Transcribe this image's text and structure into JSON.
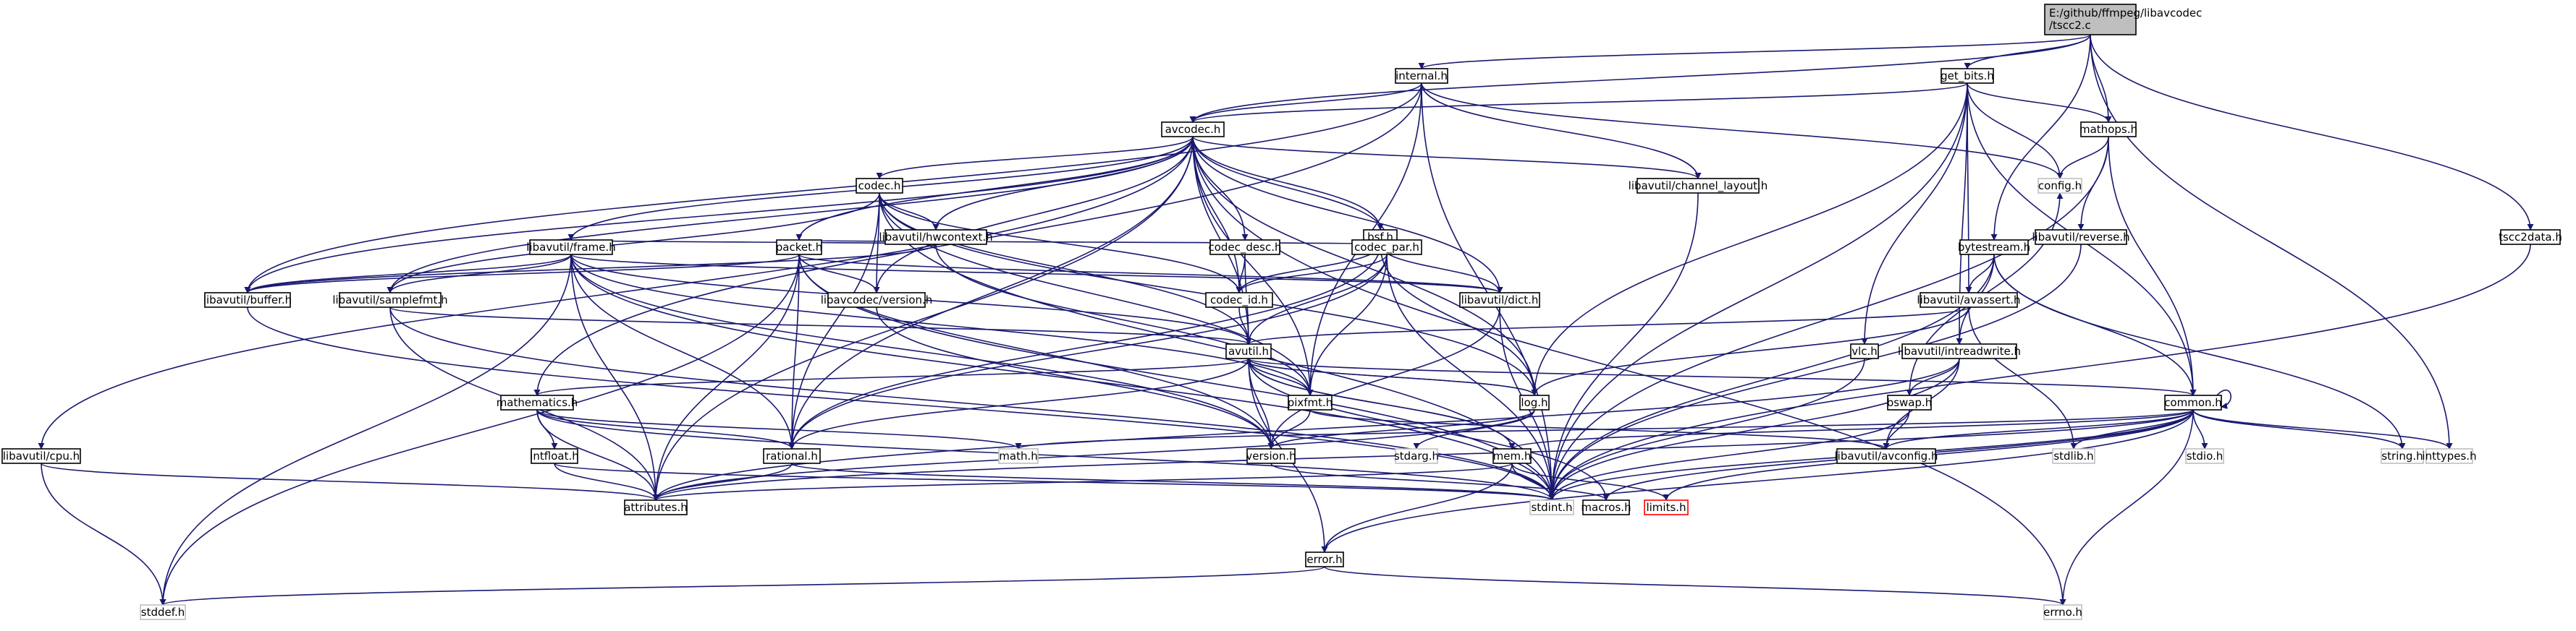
{
  "diagram": {
    "type": "include-dependency-graph",
    "colors": {
      "edge": "#191970",
      "root_fill": "#bfbfbf",
      "node_fill": "#ffffff",
      "node_border": "#000000",
      "missing_border": "#bfbfbf",
      "limits_border": "#ff0000"
    },
    "nodes": [
      {
        "id": "root",
        "label": "E:/github/ffmpeg/libavcodec\n/tscc2.c",
        "kind": "root"
      },
      {
        "id": "internal",
        "label": "internal.h",
        "kind": "normal"
      },
      {
        "id": "get_bits",
        "label": "get_bits.h",
        "kind": "normal"
      },
      {
        "id": "avcodec",
        "label": "avcodec.h",
        "kind": "normal"
      },
      {
        "id": "mathops",
        "label": "mathops.h",
        "kind": "normal"
      },
      {
        "id": "config",
        "label": "config.h",
        "kind": "missing"
      },
      {
        "id": "reverse",
        "label": "libavutil/reverse.h",
        "kind": "normal"
      },
      {
        "id": "tscc2data",
        "label": "tscc2data.h",
        "kind": "normal"
      },
      {
        "id": "bytestream",
        "label": "bytestream.h",
        "kind": "normal"
      },
      {
        "id": "codec",
        "label": "codec.h",
        "kind": "normal"
      },
      {
        "id": "channel_layout",
        "label": "libavutil/channel_layout.h",
        "kind": "normal"
      },
      {
        "id": "bsf",
        "label": "bsf.h",
        "kind": "normal"
      },
      {
        "id": "hwcontext",
        "label": "libavutil/hwcontext.h",
        "kind": "normal"
      },
      {
        "id": "frame",
        "label": "libavutil/frame.h",
        "kind": "normal"
      },
      {
        "id": "packet",
        "label": "packet.h",
        "kind": "normal"
      },
      {
        "id": "codec_desc",
        "label": "codec_desc.h",
        "kind": "normal"
      },
      {
        "id": "codec_par",
        "label": "codec_par.h",
        "kind": "normal"
      },
      {
        "id": "buffer",
        "label": "libavutil/buffer.h",
        "kind": "normal"
      },
      {
        "id": "samplefmt",
        "label": "libavutil/samplefmt.h",
        "kind": "normal"
      },
      {
        "id": "avc_version",
        "label": "libavcodec/version.h",
        "kind": "normal"
      },
      {
        "id": "codec_id",
        "label": "codec_id.h",
        "kind": "normal"
      },
      {
        "id": "dict",
        "label": "libavutil/dict.h",
        "kind": "normal"
      },
      {
        "id": "avassert",
        "label": "libavutil/avassert.h",
        "kind": "normal"
      },
      {
        "id": "intreadwrite",
        "label": "libavutil/intreadwrite.h",
        "kind": "normal"
      },
      {
        "id": "vlc",
        "label": "vlc.h",
        "kind": "normal"
      },
      {
        "id": "avutil",
        "label": "avutil.h",
        "kind": "normal"
      },
      {
        "id": "mathematics",
        "label": "mathematics.h",
        "kind": "normal"
      },
      {
        "id": "pixfmt",
        "label": "pixfmt.h",
        "kind": "normal"
      },
      {
        "id": "log",
        "label": "log.h",
        "kind": "normal"
      },
      {
        "id": "bswap",
        "label": "bswap.h",
        "kind": "normal"
      },
      {
        "id": "common",
        "label": "common.h",
        "kind": "normal"
      },
      {
        "id": "cpu",
        "label": "libavutil/cpu.h",
        "kind": "normal"
      },
      {
        "id": "intfloat",
        "label": "intfloat.h",
        "kind": "normal"
      },
      {
        "id": "rational",
        "label": "rational.h",
        "kind": "normal"
      },
      {
        "id": "math",
        "label": "math.h",
        "kind": "missing"
      },
      {
        "id": "version",
        "label": "version.h",
        "kind": "normal"
      },
      {
        "id": "stdarg",
        "label": "stdarg.h",
        "kind": "missing"
      },
      {
        "id": "avconfig",
        "label": "libavutil/avconfig.h",
        "kind": "normal"
      },
      {
        "id": "mem",
        "label": "mem.h",
        "kind": "normal"
      },
      {
        "id": "stdlib",
        "label": "stdlib.h",
        "kind": "missing"
      },
      {
        "id": "stdio",
        "label": "stdio.h",
        "kind": "missing"
      },
      {
        "id": "string",
        "label": "string.h",
        "kind": "missing"
      },
      {
        "id": "inttypes",
        "label": "inttypes.h",
        "kind": "missing"
      },
      {
        "id": "attributes",
        "label": "attributes.h",
        "kind": "normal"
      },
      {
        "id": "stdint",
        "label": "stdint.h",
        "kind": "missing"
      },
      {
        "id": "macros",
        "label": "macros.h",
        "kind": "normal"
      },
      {
        "id": "limits",
        "label": "limits.h",
        "kind": "limits"
      },
      {
        "id": "error",
        "label": "error.h",
        "kind": "normal"
      },
      {
        "id": "stddef",
        "label": "stddef.h",
        "kind": "missing"
      },
      {
        "id": "errno",
        "label": "errno.h",
        "kind": "missing"
      }
    ],
    "edges": [
      [
        "root",
        "internal"
      ],
      [
        "root",
        "avcodec"
      ],
      [
        "root",
        "get_bits"
      ],
      [
        "root",
        "mathops"
      ],
      [
        "root",
        "bytestream"
      ],
      [
        "root",
        "tscc2data"
      ],
      [
        "root",
        "inttypes"
      ],
      [
        "internal",
        "avcodec"
      ],
      [
        "internal",
        "channel_layout"
      ],
      [
        "internal",
        "config"
      ],
      [
        "internal",
        "buffer"
      ],
      [
        "internal",
        "pixfmt"
      ],
      [
        "internal",
        "mathematics"
      ],
      [
        "internal",
        "stdint"
      ],
      [
        "get_bits",
        "avcodec"
      ],
      [
        "get_bits",
        "mathops"
      ],
      [
        "get_bits",
        "config"
      ],
      [
        "get_bits",
        "avassert"
      ],
      [
        "get_bits",
        "intreadwrite"
      ],
      [
        "get_bits",
        "vlc"
      ],
      [
        "get_bits",
        "log"
      ],
      [
        "get_bits",
        "common"
      ],
      [
        "get_bits",
        "stdint"
      ],
      [
        "mathops",
        "config"
      ],
      [
        "mathops",
        "reverse"
      ],
      [
        "mathops",
        "common"
      ],
      [
        "mathops",
        "stdint"
      ],
      [
        "reverse",
        "stdint"
      ],
      [
        "tscc2data",
        "stdint"
      ],
      [
        "bytestream",
        "avassert"
      ],
      [
        "bytestream",
        "intreadwrite"
      ],
      [
        "bytestream",
        "common"
      ],
      [
        "bytestream",
        "string"
      ],
      [
        "bytestream",
        "stdint"
      ],
      [
        "avcodec",
        "codec"
      ],
      [
        "avcodec",
        "channel_layout"
      ],
      [
        "avcodec",
        "bsf"
      ],
      [
        "avcodec",
        "hwcontext"
      ],
      [
        "avcodec",
        "frame"
      ],
      [
        "avcodec",
        "packet"
      ],
      [
        "avcodec",
        "codec_desc"
      ],
      [
        "avcodec",
        "codec_par"
      ],
      [
        "avcodec",
        "buffer"
      ],
      [
        "avcodec",
        "samplefmt"
      ],
      [
        "avcodec",
        "avc_version"
      ],
      [
        "avcodec",
        "codec_id"
      ],
      [
        "avcodec",
        "dict"
      ],
      [
        "avcodec",
        "avutil"
      ],
      [
        "avcodec",
        "log"
      ],
      [
        "avcodec",
        "pixfmt"
      ],
      [
        "avcodec",
        "rational"
      ],
      [
        "avcodec",
        "attributes"
      ],
      [
        "avcodec",
        "cpu"
      ],
      [
        "avcodec",
        "errno"
      ],
      [
        "codec",
        "hwcontext"
      ],
      [
        "codec",
        "samplefmt"
      ],
      [
        "codec",
        "avc_version"
      ],
      [
        "codec",
        "codec_id"
      ],
      [
        "codec",
        "avutil"
      ],
      [
        "codec",
        "log"
      ],
      [
        "codec",
        "pixfmt"
      ],
      [
        "codec",
        "rational"
      ],
      [
        "codec",
        "stdint"
      ],
      [
        "channel_layout",
        "stdint"
      ],
      [
        "bsf",
        "packet"
      ],
      [
        "bsf",
        "codec_par"
      ],
      [
        "bsf",
        "codec_id"
      ],
      [
        "bsf",
        "dict"
      ],
      [
        "bsf",
        "log"
      ],
      [
        "bsf",
        "rational"
      ],
      [
        "hwcontext",
        "frame"
      ],
      [
        "hwcontext",
        "buffer"
      ],
      [
        "hwcontext",
        "pixfmt"
      ],
      [
        "frame",
        "buffer"
      ],
      [
        "frame",
        "samplefmt"
      ],
      [
        "frame",
        "dict"
      ],
      [
        "frame",
        "avutil"
      ],
      [
        "frame",
        "pixfmt"
      ],
      [
        "frame",
        "rational"
      ],
      [
        "frame",
        "version"
      ],
      [
        "frame",
        "attributes"
      ],
      [
        "frame",
        "stdint"
      ],
      [
        "frame",
        "stddef"
      ],
      [
        "packet",
        "buffer"
      ],
      [
        "packet",
        "avc_version"
      ],
      [
        "packet",
        "dict"
      ],
      [
        "packet",
        "rational"
      ],
      [
        "packet",
        "attributes"
      ],
      [
        "packet",
        "version"
      ],
      [
        "packet",
        "stdint"
      ],
      [
        "packet",
        "stddef"
      ],
      [
        "codec_desc",
        "codec_id"
      ],
      [
        "codec_desc",
        "avutil"
      ],
      [
        "codec_par",
        "codec_id"
      ],
      [
        "codec_par",
        "avutil"
      ],
      [
        "codec_par",
        "pixfmt"
      ],
      [
        "codec_par",
        "rational"
      ],
      [
        "codec_par",
        "stdint"
      ],
      [
        "buffer",
        "stdint"
      ],
      [
        "samplefmt",
        "avutil"
      ],
      [
        "samplefmt",
        "attributes"
      ],
      [
        "samplefmt",
        "stdint"
      ],
      [
        "avc_version",
        "version"
      ],
      [
        "codec_id",
        "avutil"
      ],
      [
        "dict",
        "version"
      ],
      [
        "dict",
        "stdint"
      ],
      [
        "avassert",
        "avutil"
      ],
      [
        "avassert",
        "log"
      ],
      [
        "avassert",
        "stdlib"
      ],
      [
        "intreadwrite",
        "bswap"
      ],
      [
        "intreadwrite",
        "attributes"
      ],
      [
        "intreadwrite",
        "avconfig"
      ],
      [
        "intreadwrite",
        "stdint"
      ],
      [
        "vlc",
        "stdint"
      ],
      [
        "avutil",
        "common"
      ],
      [
        "avutil",
        "error"
      ],
      [
        "avutil",
        "mathematics"
      ],
      [
        "avutil",
        "rational"
      ],
      [
        "avutil",
        "version"
      ],
      [
        "avutil",
        "macros"
      ],
      [
        "avutil",
        "mem"
      ],
      [
        "avutil",
        "log"
      ],
      [
        "avutil",
        "pixfmt"
      ],
      [
        "mathematics",
        "intfloat"
      ],
      [
        "mathematics",
        "rational"
      ],
      [
        "mathematics",
        "math"
      ],
      [
        "mathematics",
        "attributes"
      ],
      [
        "mathematics",
        "stdint"
      ],
      [
        "pixfmt",
        "avconfig"
      ],
      [
        "pixfmt",
        "version"
      ],
      [
        "log",
        "avutil"
      ],
      [
        "log",
        "attributes"
      ],
      [
        "log",
        "version"
      ],
      [
        "log",
        "stdarg"
      ],
      [
        "bswap",
        "avconfig"
      ],
      [
        "bswap",
        "config"
      ],
      [
        "bswap",
        "stdint"
      ],
      [
        "common",
        "attributes"
      ],
      [
        "common",
        "error"
      ],
      [
        "common",
        "macros"
      ],
      [
        "common",
        "mem"
      ],
      [
        "common",
        "avconfig"
      ],
      [
        "common",
        "stdint"
      ],
      [
        "common",
        "limits"
      ],
      [
        "common",
        "stdlib"
      ],
      [
        "common",
        "stdio"
      ],
      [
        "common",
        "string"
      ],
      [
        "common",
        "inttypes"
      ],
      [
        "common",
        "errno"
      ],
      [
        "common",
        "math"
      ],
      [
        "common",
        "common"
      ],
      [
        "cpu",
        "attributes"
      ],
      [
        "cpu",
        "stddef"
      ],
      [
        "intfloat",
        "attributes"
      ],
      [
        "intfloat",
        "stdint"
      ],
      [
        "rational",
        "attributes"
      ],
      [
        "rational",
        "stdint"
      ],
      [
        "mem",
        "attributes"
      ],
      [
        "mem",
        "error"
      ],
      [
        "mem",
        "avutil"
      ],
      [
        "mem",
        "stdint"
      ],
      [
        "mem",
        "limits"
      ],
      [
        "error",
        "errno"
      ],
      [
        "error",
        "stddef"
      ],
      [
        "version",
        "macros"
      ]
    ]
  }
}
